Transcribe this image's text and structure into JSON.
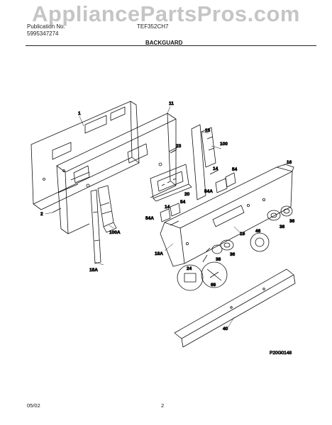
{
  "watermark": "AppliancePartsPros.com",
  "header": {
    "publication_label": "Publication No.",
    "publication_no": "5995347274",
    "model": "TEF352CH7",
    "section_title": "BACKGUARD"
  },
  "diagram_code": "P20G0148",
  "footer": {
    "date": "05/02",
    "page": "2"
  },
  "callouts": {
    "c1": "1",
    "c2": "2",
    "c11": "11",
    "c14a": "14",
    "c14b": "14",
    "c15": "15",
    "c15a": "15A",
    "c16": "16",
    "c18a": "18A",
    "c19": "19",
    "c20": "20",
    "c23": "23",
    "c24": "24",
    "c36a": "36",
    "c36b": "36",
    "c36c": "36",
    "c38": "38",
    "c40": "40",
    "c46": "46",
    "c54a": "54",
    "c54b": "54",
    "c54Aa": "54A",
    "c54Ab": "54A",
    "c69": "69",
    "c100": "100",
    "c100a": "100A"
  }
}
